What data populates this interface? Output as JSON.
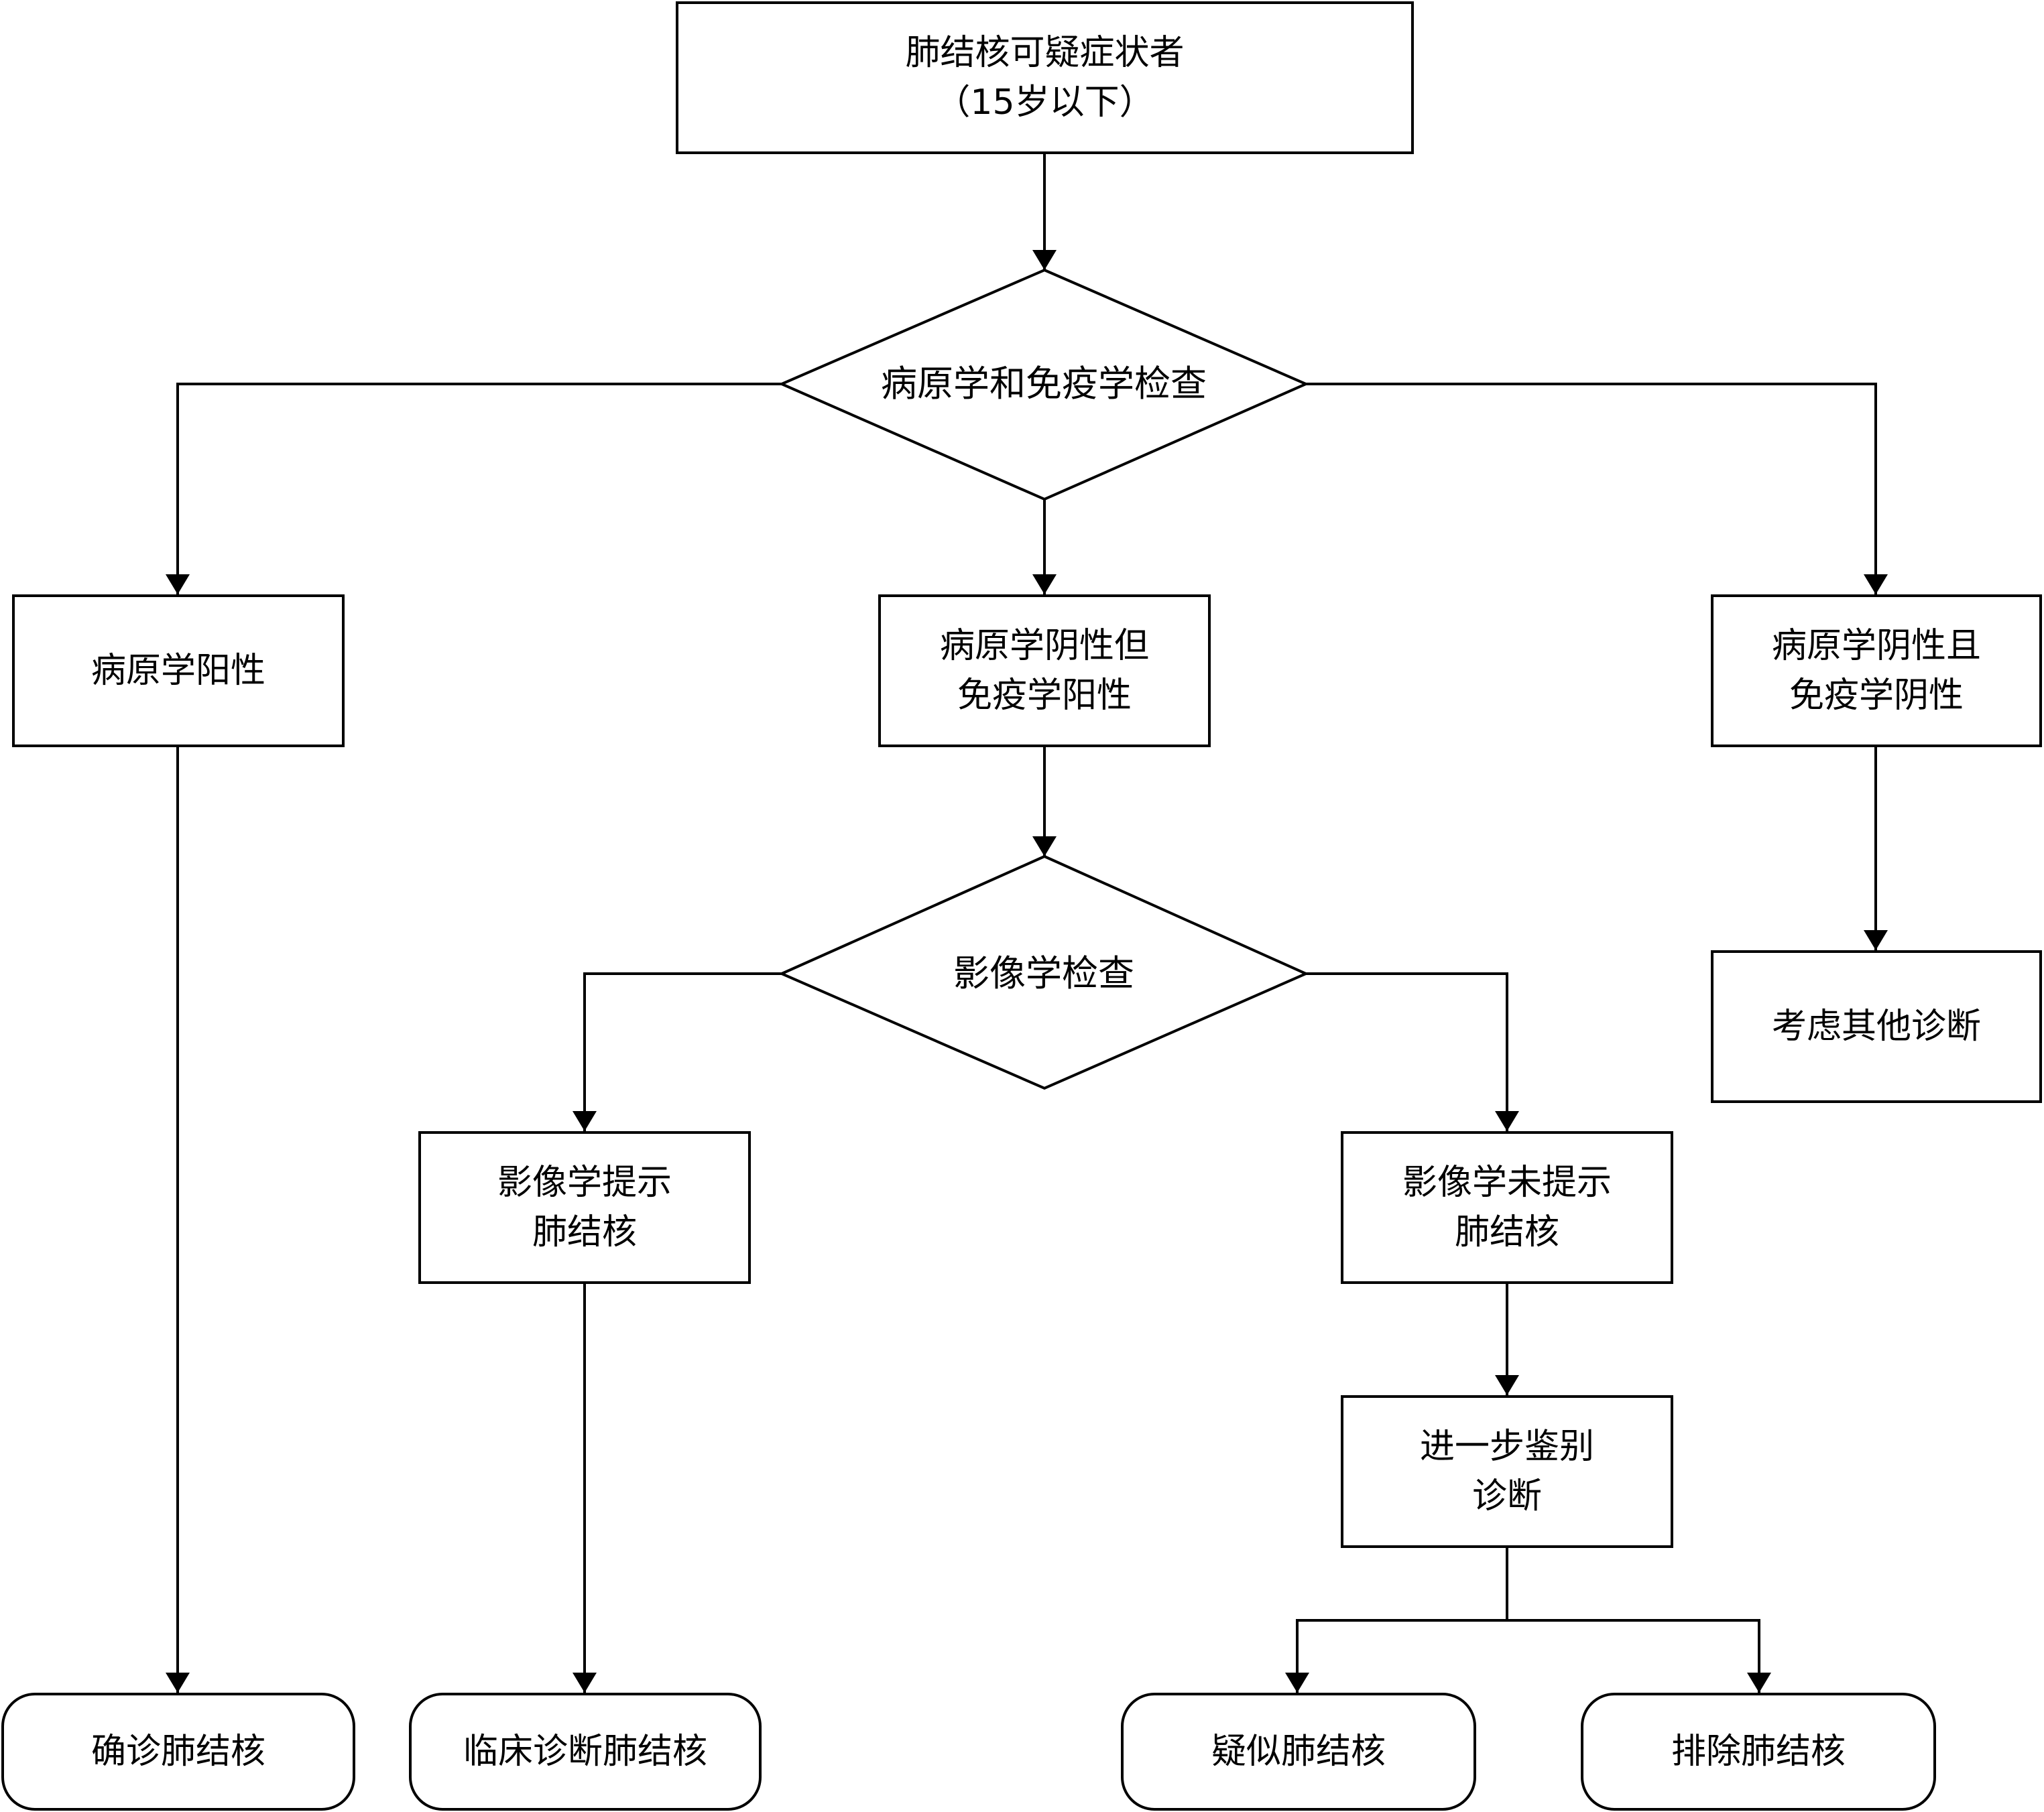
{
  "diagram": {
    "start": {
      "line1": "肺结核可疑症状者",
      "line2": "（15岁以下）"
    },
    "decision_lab": {
      "label": "病原学和免疫学检查"
    },
    "lab_positive": {
      "label": "病原学阳性"
    },
    "lab_neg_immuno_pos": {
      "line1": "病原学阴性但",
      "line2": "免疫学阳性"
    },
    "lab_neg_immuno_neg": {
      "line1": "病原学阴性且",
      "line2": "免疫学阴性"
    },
    "decision_imaging": {
      "label": "影像学检查"
    },
    "imaging_suggests": {
      "line1": "影像学提示",
      "line2": "肺结核"
    },
    "imaging_not_suggests": {
      "line1": "影像学未提示",
      "line2": "肺结核"
    },
    "consider_other": {
      "label": "考虑其他诊断"
    },
    "further_diagnosis": {
      "line1": "进一步鉴别",
      "line2": "诊断"
    },
    "confirmed": {
      "label": "确诊肺结核"
    },
    "clinical": {
      "label": "临床诊断肺结核"
    },
    "suspected": {
      "label": "疑似肺结核"
    },
    "excluded": {
      "label": "排除肺结核"
    }
  },
  "colors": {
    "stroke": "#000000",
    "fill": "#ffffff",
    "text": "#000000"
  }
}
